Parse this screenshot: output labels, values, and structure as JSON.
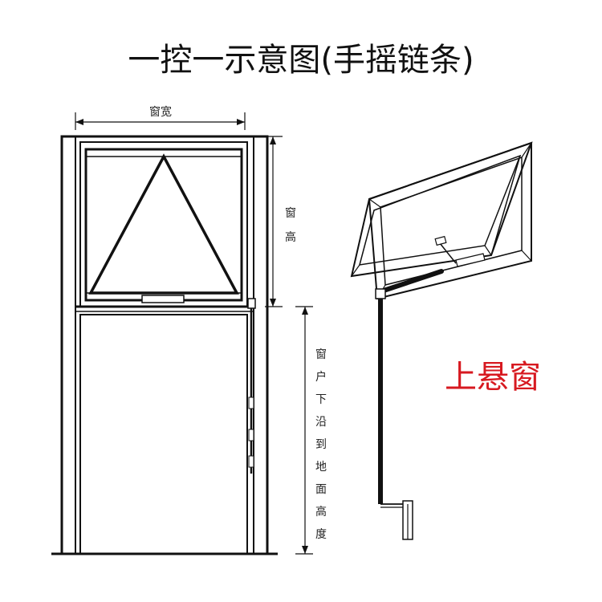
{
  "title": "一控一示意图(手摇链条)",
  "labels": {
    "window_width": "窗宽",
    "window_height_chars": [
      "窗",
      "高"
    ],
    "sill_height_chars": [
      "窗",
      "户",
      "下",
      "沿",
      "到",
      "地",
      "面",
      "高",
      "度"
    ],
    "window_type": "上悬窗"
  },
  "colors": {
    "frame": "#111111",
    "accent_red": "#d71920",
    "background": "#ffffff"
  }
}
